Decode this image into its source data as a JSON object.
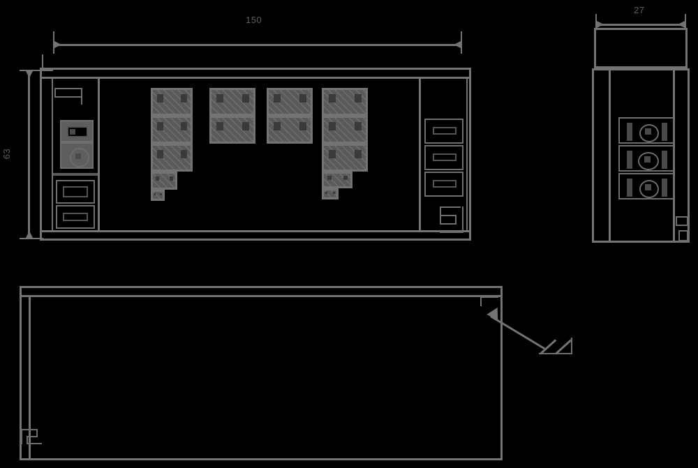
{
  "drawing": {
    "background_color": "#000000",
    "line_color": "#737373",
    "hatch_color": "#8c8c8c",
    "text_color": "#5e5e5e"
  },
  "views": {
    "plan": {
      "name": "plan-view",
      "dimensions": {
        "width_label": "150",
        "height_label": "63"
      },
      "left_bay": {
        "name": "left-equipment-bay",
        "fixtures": [
          {
            "name": "fixture-sink",
            "type": "sink"
          },
          {
            "name": "fixture-basin",
            "type": "round-basin"
          },
          {
            "name": "fixture-cabinet-upper",
            "type": "cabinet"
          },
          {
            "name": "fixture-cabinet-lower",
            "type": "cabinet"
          }
        ]
      },
      "racks": [
        {
          "name": "rack-assembly-1",
          "cells": 3,
          "steps": 2
        },
        {
          "name": "rack-assembly-2",
          "cells": 2,
          "steps": 0
        },
        {
          "name": "rack-assembly-3",
          "cells": 2,
          "steps": 0
        },
        {
          "name": "rack-assembly-4",
          "cells": 3,
          "steps": 2
        }
      ],
      "right_bay": {
        "name": "right-equipment-bay",
        "units": [
          {
            "name": "unit-1"
          },
          {
            "name": "unit-2"
          },
          {
            "name": "unit-3"
          }
        ],
        "stair_symbol": {
          "name": "stair-zigzag-symbol"
        }
      }
    },
    "section": {
      "name": "section-view",
      "dimensions": {
        "width_label": "27"
      },
      "top_band": {
        "name": "section-top-band"
      },
      "units": [
        {
          "name": "section-unit-1",
          "has_circle": true
        },
        {
          "name": "section-unit-2",
          "has_circle": true
        },
        {
          "name": "section-unit-3",
          "has_circle": true
        }
      ]
    },
    "bottom": {
      "name": "bottom-view",
      "corner_marker": {
        "name": "corner-marker-symbol"
      },
      "leader": {
        "name": "leader-arrow",
        "tag": ""
      }
    }
  }
}
